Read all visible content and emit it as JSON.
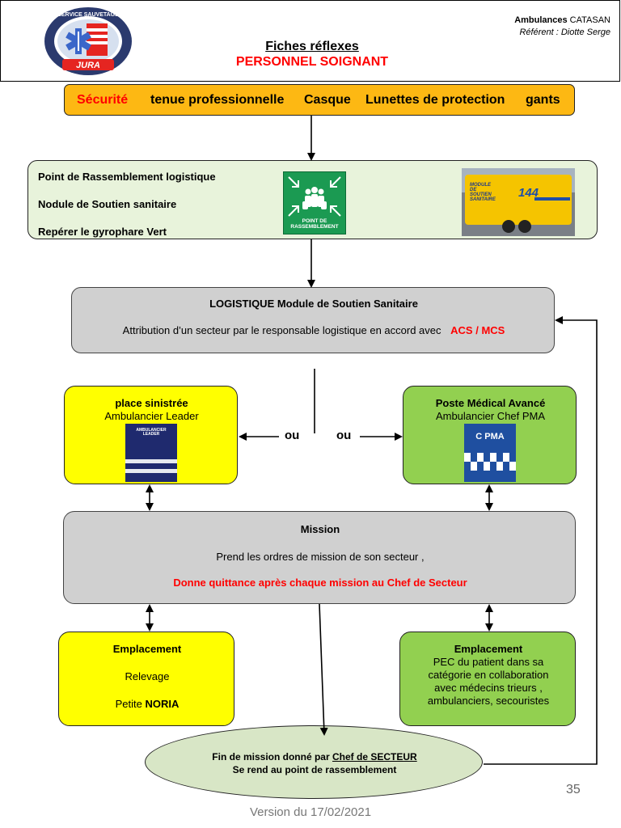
{
  "header": {
    "logo": {
      "arc_text": "SERVICE SAUVETAGE",
      "label": "JURA",
      "colors": {
        "ring": "#2b3a6e",
        "banner": "#e52521",
        "star": "#3a66c9"
      }
    },
    "title": "Fiches réflexes",
    "subtitle": "PERSONNEL SOIGNANT",
    "org_label": "Ambulances",
    "org_name": "CATASAN",
    "referent": "Référent : Diotte Serge"
  },
  "safety": {
    "label": "Sécurité",
    "items": [
      "tenue professionnelle",
      "Casque",
      "Lunettes de protection",
      "gants"
    ]
  },
  "rally": {
    "lines": [
      "Point de  Rassemblement  logistique",
      "Nodule de Soutien sanitaire",
      "Repérer le gyrophare Vert"
    ],
    "sign_text": "POINT DE RASSEMBLEMENT",
    "trailer_text": [
      "MODULE",
      "DE",
      "SOUTIEN",
      "SANITAIRE"
    ],
    "trailer_number": "144"
  },
  "logistique": {
    "title": "LOGISTIQUE Module de Soutien Sanitaire",
    "text": "Attribution d’un secteur par  le responsable logistique en accord avec",
    "highlight": "ACS / MCS"
  },
  "or_left": "ou",
  "or_right": "ou",
  "place": {
    "title": "place sinistrée",
    "subtitle": "Ambulancier Leader",
    "vest_text": "AMBULANCIER LEADER"
  },
  "pma": {
    "title": "Poste Médical Avancé",
    "subtitle": "Ambulancier Chef PMA",
    "vest_text": "C PMA"
  },
  "mission": {
    "title": "Mission",
    "line1": "Prend les ordres de mission de son  secteur ,",
    "line2": "Donne quittance après chaque mission au Chef  de Secteur"
  },
  "empl_left": {
    "title": "Emplacement",
    "line1": "Relevage",
    "line2_prefix": "Petite",
    "line2_bold": "NORIA"
  },
  "empl_right": {
    "title": "Emplacement",
    "lines": [
      "PEC du patient dans sa",
      "catégorie  en collaboration",
      "avec  médecins  trieurs ,",
      "ambulanciers, secouristes"
    ]
  },
  "fin": {
    "line1_prefix": "Fin de mission donné par",
    "line1_link": "Chef de SECTEUR",
    "line2": "Se rend au point de rassemblement"
  },
  "page_number": "35",
  "version": "Version du 17/02/2021"
}
